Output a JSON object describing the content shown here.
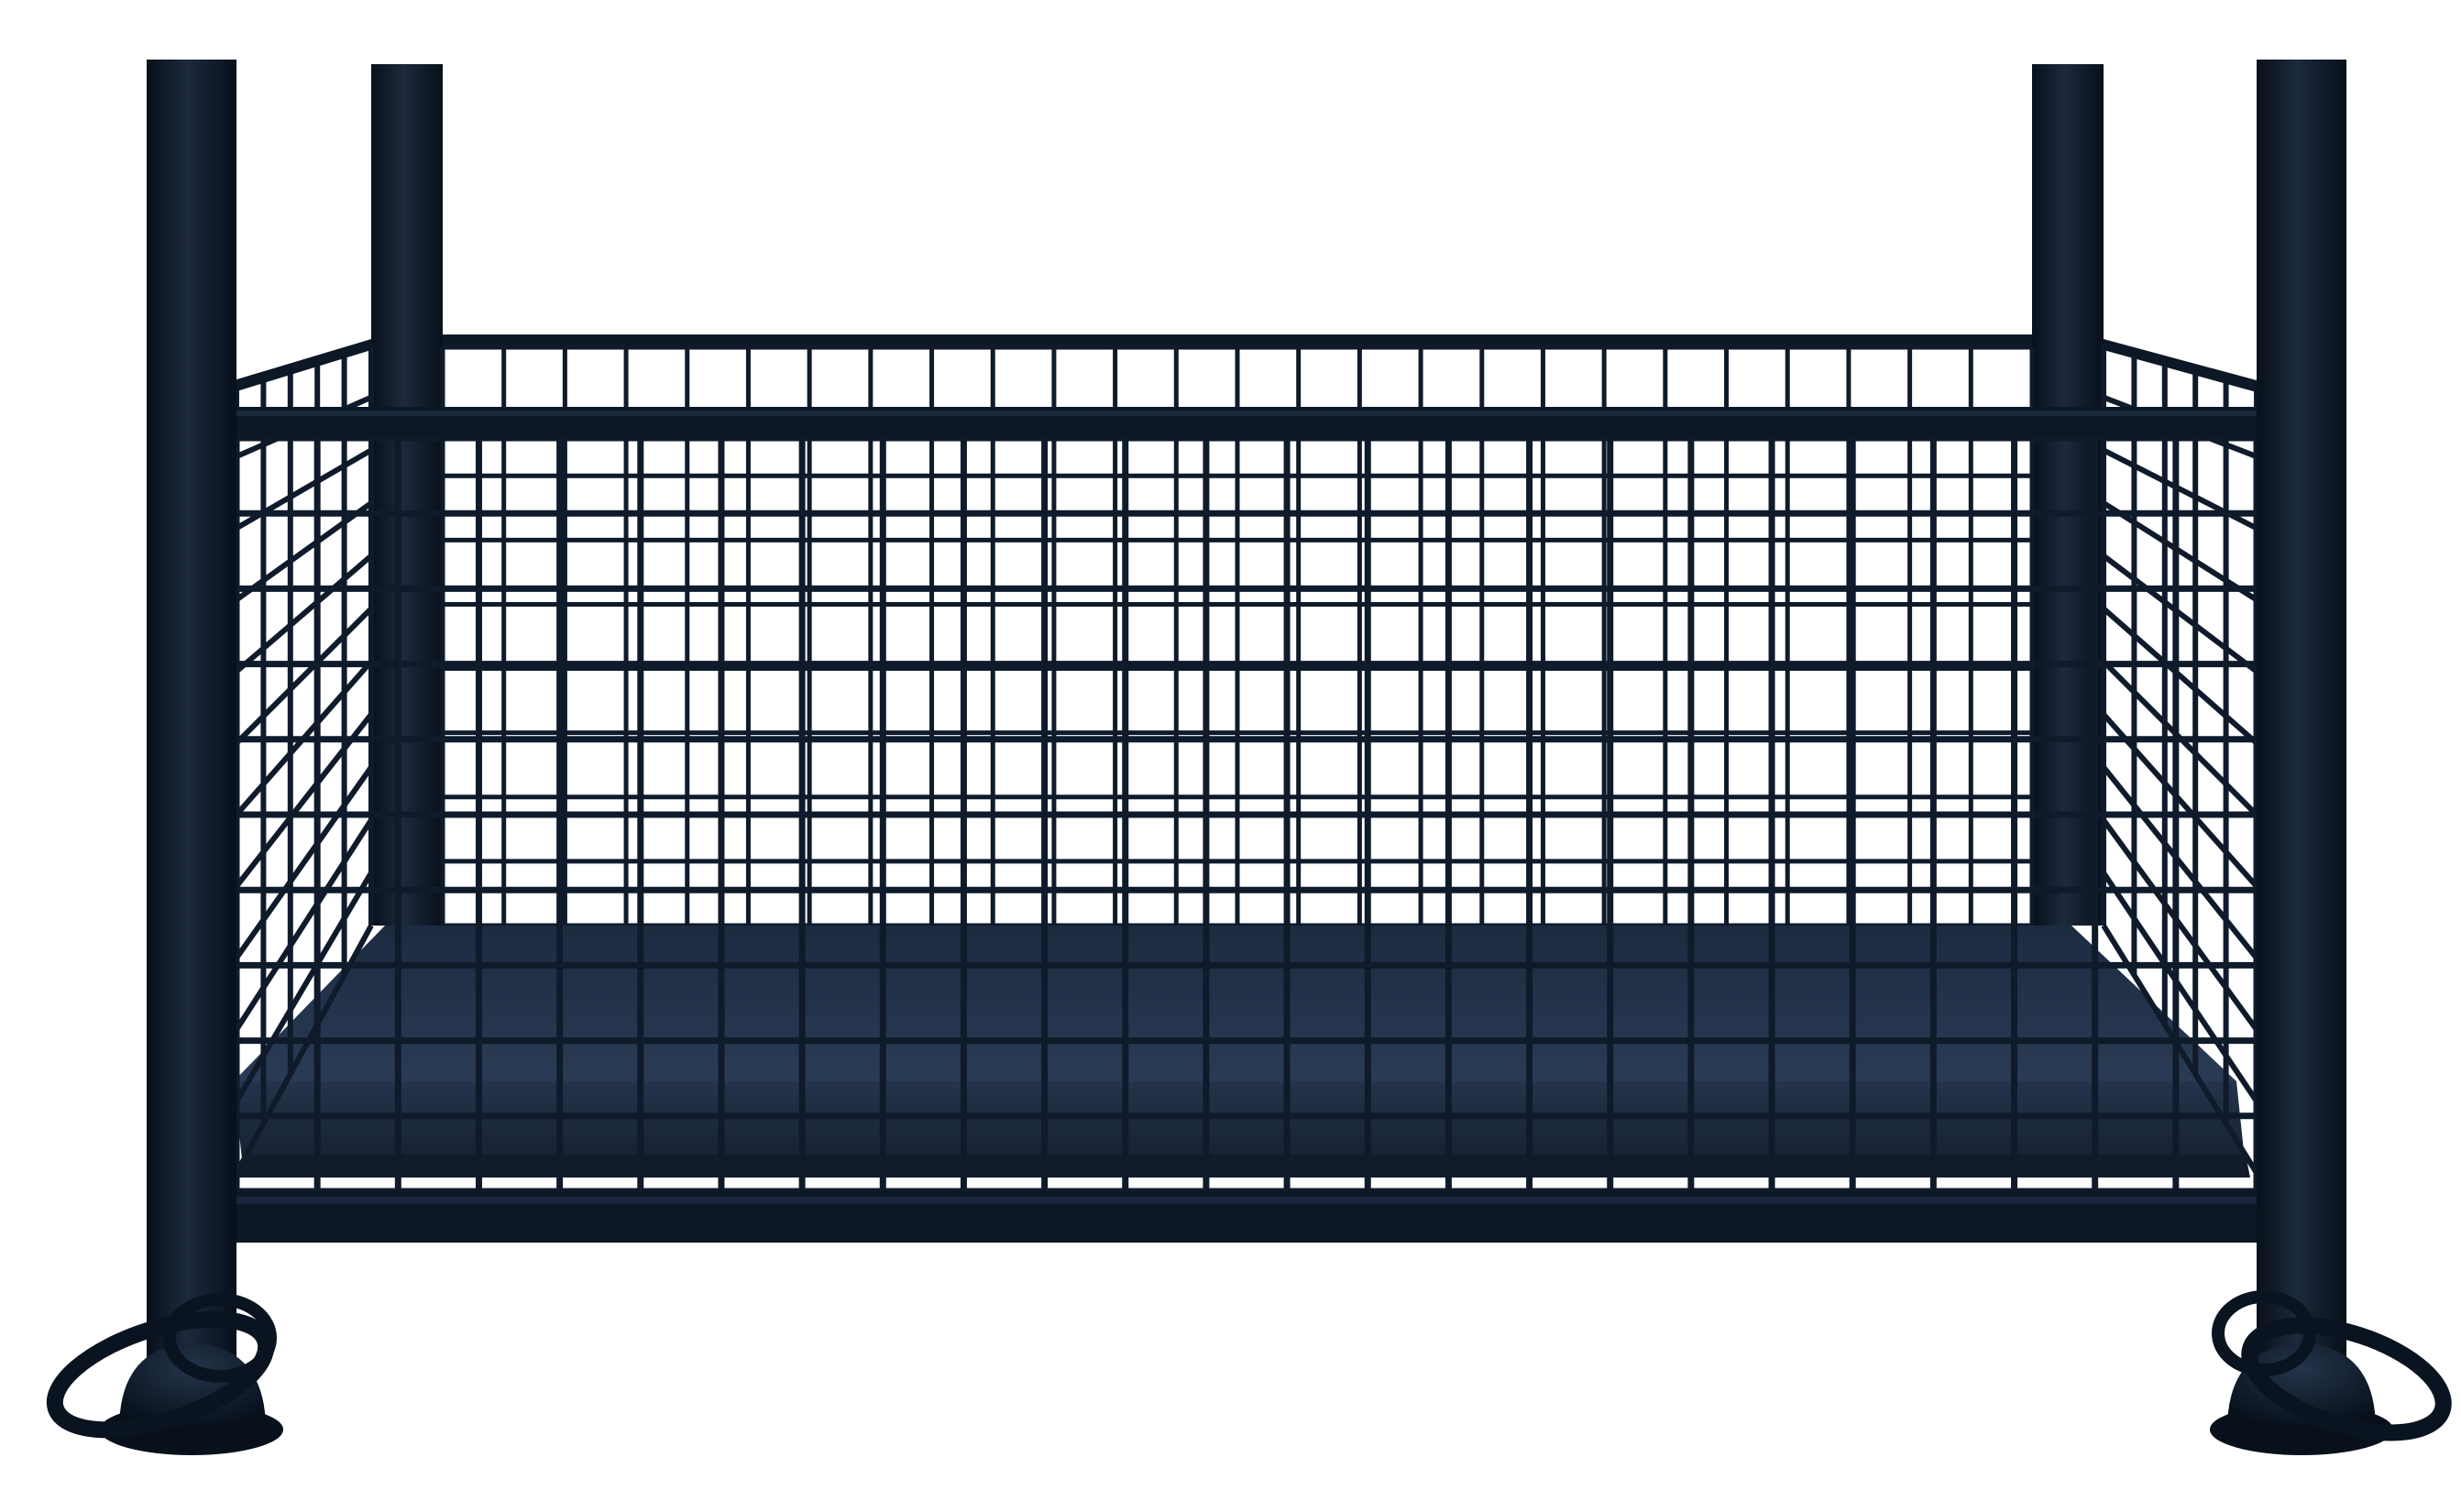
{
  "image": {
    "subject": "wire-mesh-stillage-cage",
    "background_color": "#ffffff"
  },
  "colors": {
    "frame": "#0d1826",
    "frame_highlight": "#1c2a3c",
    "mesh": "#0f1b2b",
    "floor_top": "#24344b",
    "floor_front": "#1a2638",
    "floor_dark": "#111c2b"
  },
  "components": {
    "corner_posts": 4,
    "stacking_rings": 2,
    "feet": 2,
    "mesh_panels": [
      "back",
      "front",
      "left-side",
      "right-side"
    ],
    "floor_panel": "steel-deck"
  }
}
